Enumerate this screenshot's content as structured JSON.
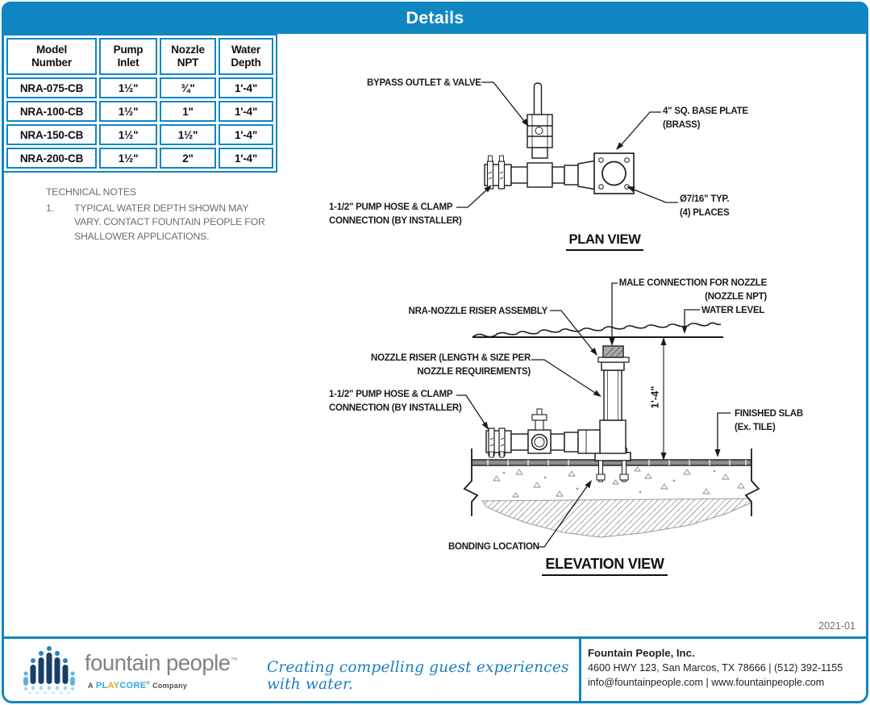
{
  "page": {
    "title": "Details",
    "doc_number": "2021-01"
  },
  "table": {
    "headers": [
      "Model\nNumber",
      "Pump\nInlet",
      "Nozzle\nNPT",
      "Water\nDepth"
    ],
    "rows": [
      [
        "NRA-075-CB",
        "1½\"",
        "¾\"",
        "1'-4\""
      ],
      [
        "NRA-100-CB",
        "1½\"",
        "1\"",
        "1'-4\""
      ],
      [
        "NRA-150-CB",
        "1½\"",
        "1½\"",
        "1'-4\""
      ],
      [
        "NRA-200-CB",
        "1½\"",
        "2\"",
        "1'-4\""
      ]
    ]
  },
  "notes": {
    "title": "TECHNICAL NOTES",
    "item_number": "1.",
    "line1": "TYPICAL WATER DEPTH SHOWN MAY",
    "line2": "VARY. CONTACT FOUNTAIN PEOPLE FOR",
    "line3": "SHALLOWER APPLICATIONS."
  },
  "plan_view": {
    "title": "PLAN VIEW",
    "labels": {
      "bypass": "BYPASS OUTLET & VALVE",
      "base_plate_1": "4\" SQ. BASE PLATE",
      "base_plate_2": "(BRASS)",
      "holes_1": "Ø7/16\" TYP.",
      "holes_2": "(4) PLACES",
      "pump_hose_1": "1-1/2\" PUMP HOSE & CLAMP",
      "pump_hose_2": "CONNECTION (BY INSTALLER)"
    }
  },
  "elevation_view": {
    "title": "ELEVATION VIEW",
    "labels": {
      "male_conn_1": "MALE CONNECTION FOR NOZZLE",
      "male_conn_2": "(NOZZLE NPT)",
      "water_level": "WATER LEVEL",
      "nra": "NRA-NOZZLE RISER ASSEMBLY",
      "nozzle_riser_1": "NOZZLE RISER (LENGTH & SIZE PER",
      "nozzle_riser_2": "NOZZLE REQUIREMENTS)",
      "pump_hose_1": "1-1/2\" PUMP HOSE & CLAMP",
      "pump_hose_2": "CONNECTION (BY INSTALLER)",
      "finished_slab_1": "FINISHED SLAB",
      "finished_slab_2": "(Ex. TILE)",
      "dimension": "1'-4\"",
      "bonding": "BONDING LOCATION"
    }
  },
  "footer": {
    "brand": "fountain people",
    "brand_tm": "™",
    "playcore_prefix": "A",
    "playcore_p": "P",
    "playcore_l": "L",
    "playcore_a": "A",
    "playcore_y": "Y",
    "playcore_core": "CORE",
    "playcore_reg": "®",
    "playcore_suffix": "Company",
    "tagline": "Creating compelling guest experiences with water.",
    "company": "Fountain People, Inc.",
    "address": "4600 HWY 123, San Marcos, TX 78666  |  (512) 392-1155",
    "contact": "info@fountainpeople.com  |  www.fountainpeople.com"
  },
  "colors": {
    "brand_blue": "#1086c1",
    "gray_text": "#6d6e71"
  }
}
